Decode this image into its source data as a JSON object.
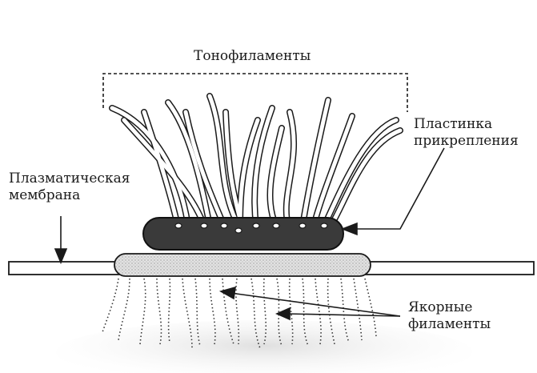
{
  "labels": {
    "tonofilaments": "Тонофиламенты",
    "plaque_line1": "Пластинка",
    "plaque_line2": "прикрепления",
    "membrane_line1": "Плазматическая",
    "membrane_line2": "мембрана",
    "anchor_line1": "Якорные",
    "anchor_line2": "филаменты"
  },
  "colors": {
    "ink": "#1a1a1a",
    "plaque": "#3a3a3a",
    "membrane_pad": "#d4d4d4",
    "background": "#ffffff"
  }
}
